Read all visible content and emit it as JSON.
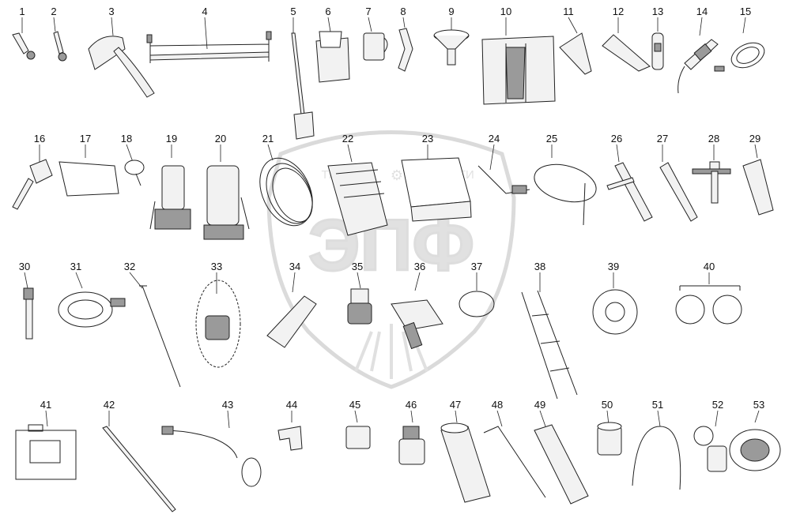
{
  "watermark": {
    "left_word": "ТРАКТОР",
    "right_word": "ЗАПЧАСТИ",
    "big_letters": "ЭПФ",
    "gear_glyph": "⚙"
  },
  "items": [
    {
      "num": "1",
      "label": "wrench"
    },
    {
      "num": "2",
      "label": "wrench"
    },
    {
      "num": "3",
      "label": "axe"
    },
    {
      "num": "4",
      "label": "bow-saw"
    },
    {
      "num": "5",
      "label": "shovel"
    },
    {
      "num": "6",
      "label": "bucket"
    },
    {
      "num": "7",
      "label": "measuring-cup"
    },
    {
      "num": "8",
      "label": "hose-pipe"
    },
    {
      "num": "9",
      "label": "funnel"
    },
    {
      "num": "10",
      "label": "tool-bag"
    },
    {
      "num": "11",
      "label": "scraper"
    },
    {
      "num": "12",
      "label": "pry-bar"
    },
    {
      "num": "13",
      "label": "plug"
    },
    {
      "num": "14",
      "label": "grease-gun"
    },
    {
      "num": "15",
      "label": "coiled-hose"
    },
    {
      "num": "16",
      "label": "grease-nozzle"
    },
    {
      "num": "17",
      "label": "tarp"
    },
    {
      "num": "18",
      "label": "gauge"
    },
    {
      "num": "19",
      "label": "hydraulic-jack"
    },
    {
      "num": "20",
      "label": "hydraulic-jack"
    },
    {
      "num": "21",
      "label": "coil-cable"
    },
    {
      "num": "22",
      "label": "manual-book"
    },
    {
      "num": "23",
      "label": "document-box"
    },
    {
      "num": "24",
      "label": "tube-fitting"
    },
    {
      "num": "25",
      "label": "wire-cable"
    },
    {
      "num": "26",
      "label": "socket-wrench"
    },
    {
      "num": "27",
      "label": "drift-pin"
    },
    {
      "num": "28",
      "label": "t-bolt"
    },
    {
      "num": "29",
      "label": "sleeve"
    },
    {
      "num": "30",
      "label": "bolt"
    },
    {
      "num": "31",
      "label": "hose-reel"
    },
    {
      "num": "32",
      "label": "hook-rod"
    },
    {
      "num": "33",
      "label": "chain-hoist"
    },
    {
      "num": "34",
      "label": "bracket"
    },
    {
      "num": "35",
      "label": "adapter"
    },
    {
      "num": "36",
      "label": "clamp"
    },
    {
      "num": "37",
      "label": "o-ring"
    },
    {
      "num": "38",
      "label": "ladder"
    },
    {
      "num": "39",
      "label": "bearing-kit"
    },
    {
      "num": "40",
      "label": "bearing-kit"
    },
    {
      "num": "41",
      "label": "canister"
    },
    {
      "num": "42",
      "label": "rod"
    },
    {
      "num": "43",
      "label": "power-lamp"
    },
    {
      "num": "44",
      "label": "elbow-fitting"
    },
    {
      "num": "45",
      "label": "nut"
    },
    {
      "num": "46",
      "label": "pump"
    },
    {
      "num": "47",
      "label": "filter"
    },
    {
      "num": "48",
      "label": "crowbar"
    },
    {
      "num": "49",
      "label": "lever"
    },
    {
      "num": "50",
      "label": "cup"
    },
    {
      "num": "51",
      "label": "flex-cable"
    },
    {
      "num": "52",
      "label": "tow-ring"
    },
    {
      "num": "53",
      "label": "tape-roll"
    }
  ]
}
